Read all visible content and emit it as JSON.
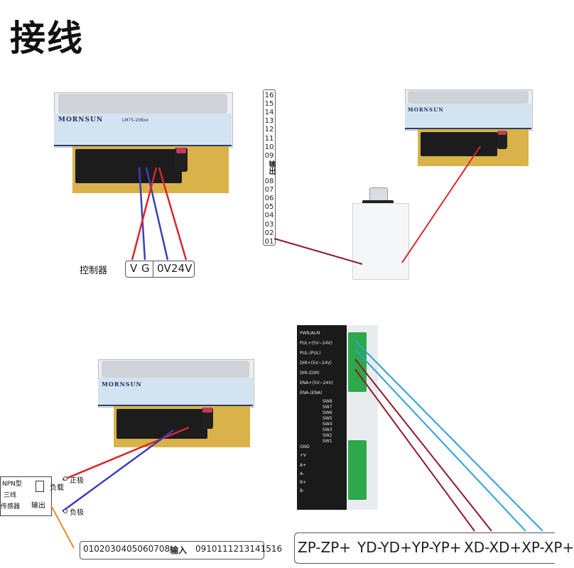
{
  "title": "接线",
  "psu": {
    "brand": "MORNSUN",
    "model": "LM75-20Bxx"
  },
  "panel1": {
    "controller_label": "控制器",
    "terminals": [
      "V",
      "G",
      "0V",
      "24V"
    ]
  },
  "panel2": {
    "strip_numbers": [
      "16",
      "15",
      "14",
      "13",
      "12",
      "11",
      "10",
      "09",
      "08",
      "07",
      "06",
      "05",
      "04",
      "03",
      "02",
      "01"
    ],
    "strip_label": "输出"
  },
  "panel3": {
    "positive_label": "正极",
    "negative_label": "负极",
    "load_label": "负载",
    "output_label": "输出",
    "npn_lines": [
      "NPN型",
      "三线",
      "传感器"
    ],
    "input_strip_left": "0102030405060708",
    "input_strip_mid": "输入",
    "input_strip_right": "0910111213141516"
  },
  "panel4": {
    "driver_labels": [
      "PWR/ALM",
      "PUL+(5V~24V)",
      "PUL-(PUL)",
      "DIR+(5V~24V)",
      "DIR-(DIR)",
      "ENA+(5V~24V)",
      "ENA-(ENA)",
      "SW8",
      "SW7",
      "SW6",
      "SW5",
      "SW4",
      "SW3",
      "SW2",
      "SW1",
      "GND",
      "+V",
      "A+",
      "A-",
      "B+",
      "B-"
    ],
    "bottom_labels": [
      "ZP-ZP+",
      "YD-YD+YP-YP+",
      "XD-XD+XP-XP+"
    ]
  },
  "colors": {
    "red_wire": "#d9262a",
    "blue_wire": "#3b3fb8",
    "dark_red_wire": "#8e1b2a",
    "cyan_wire": "#2aa3d6",
    "orange_wire": "#f08a24"
  }
}
